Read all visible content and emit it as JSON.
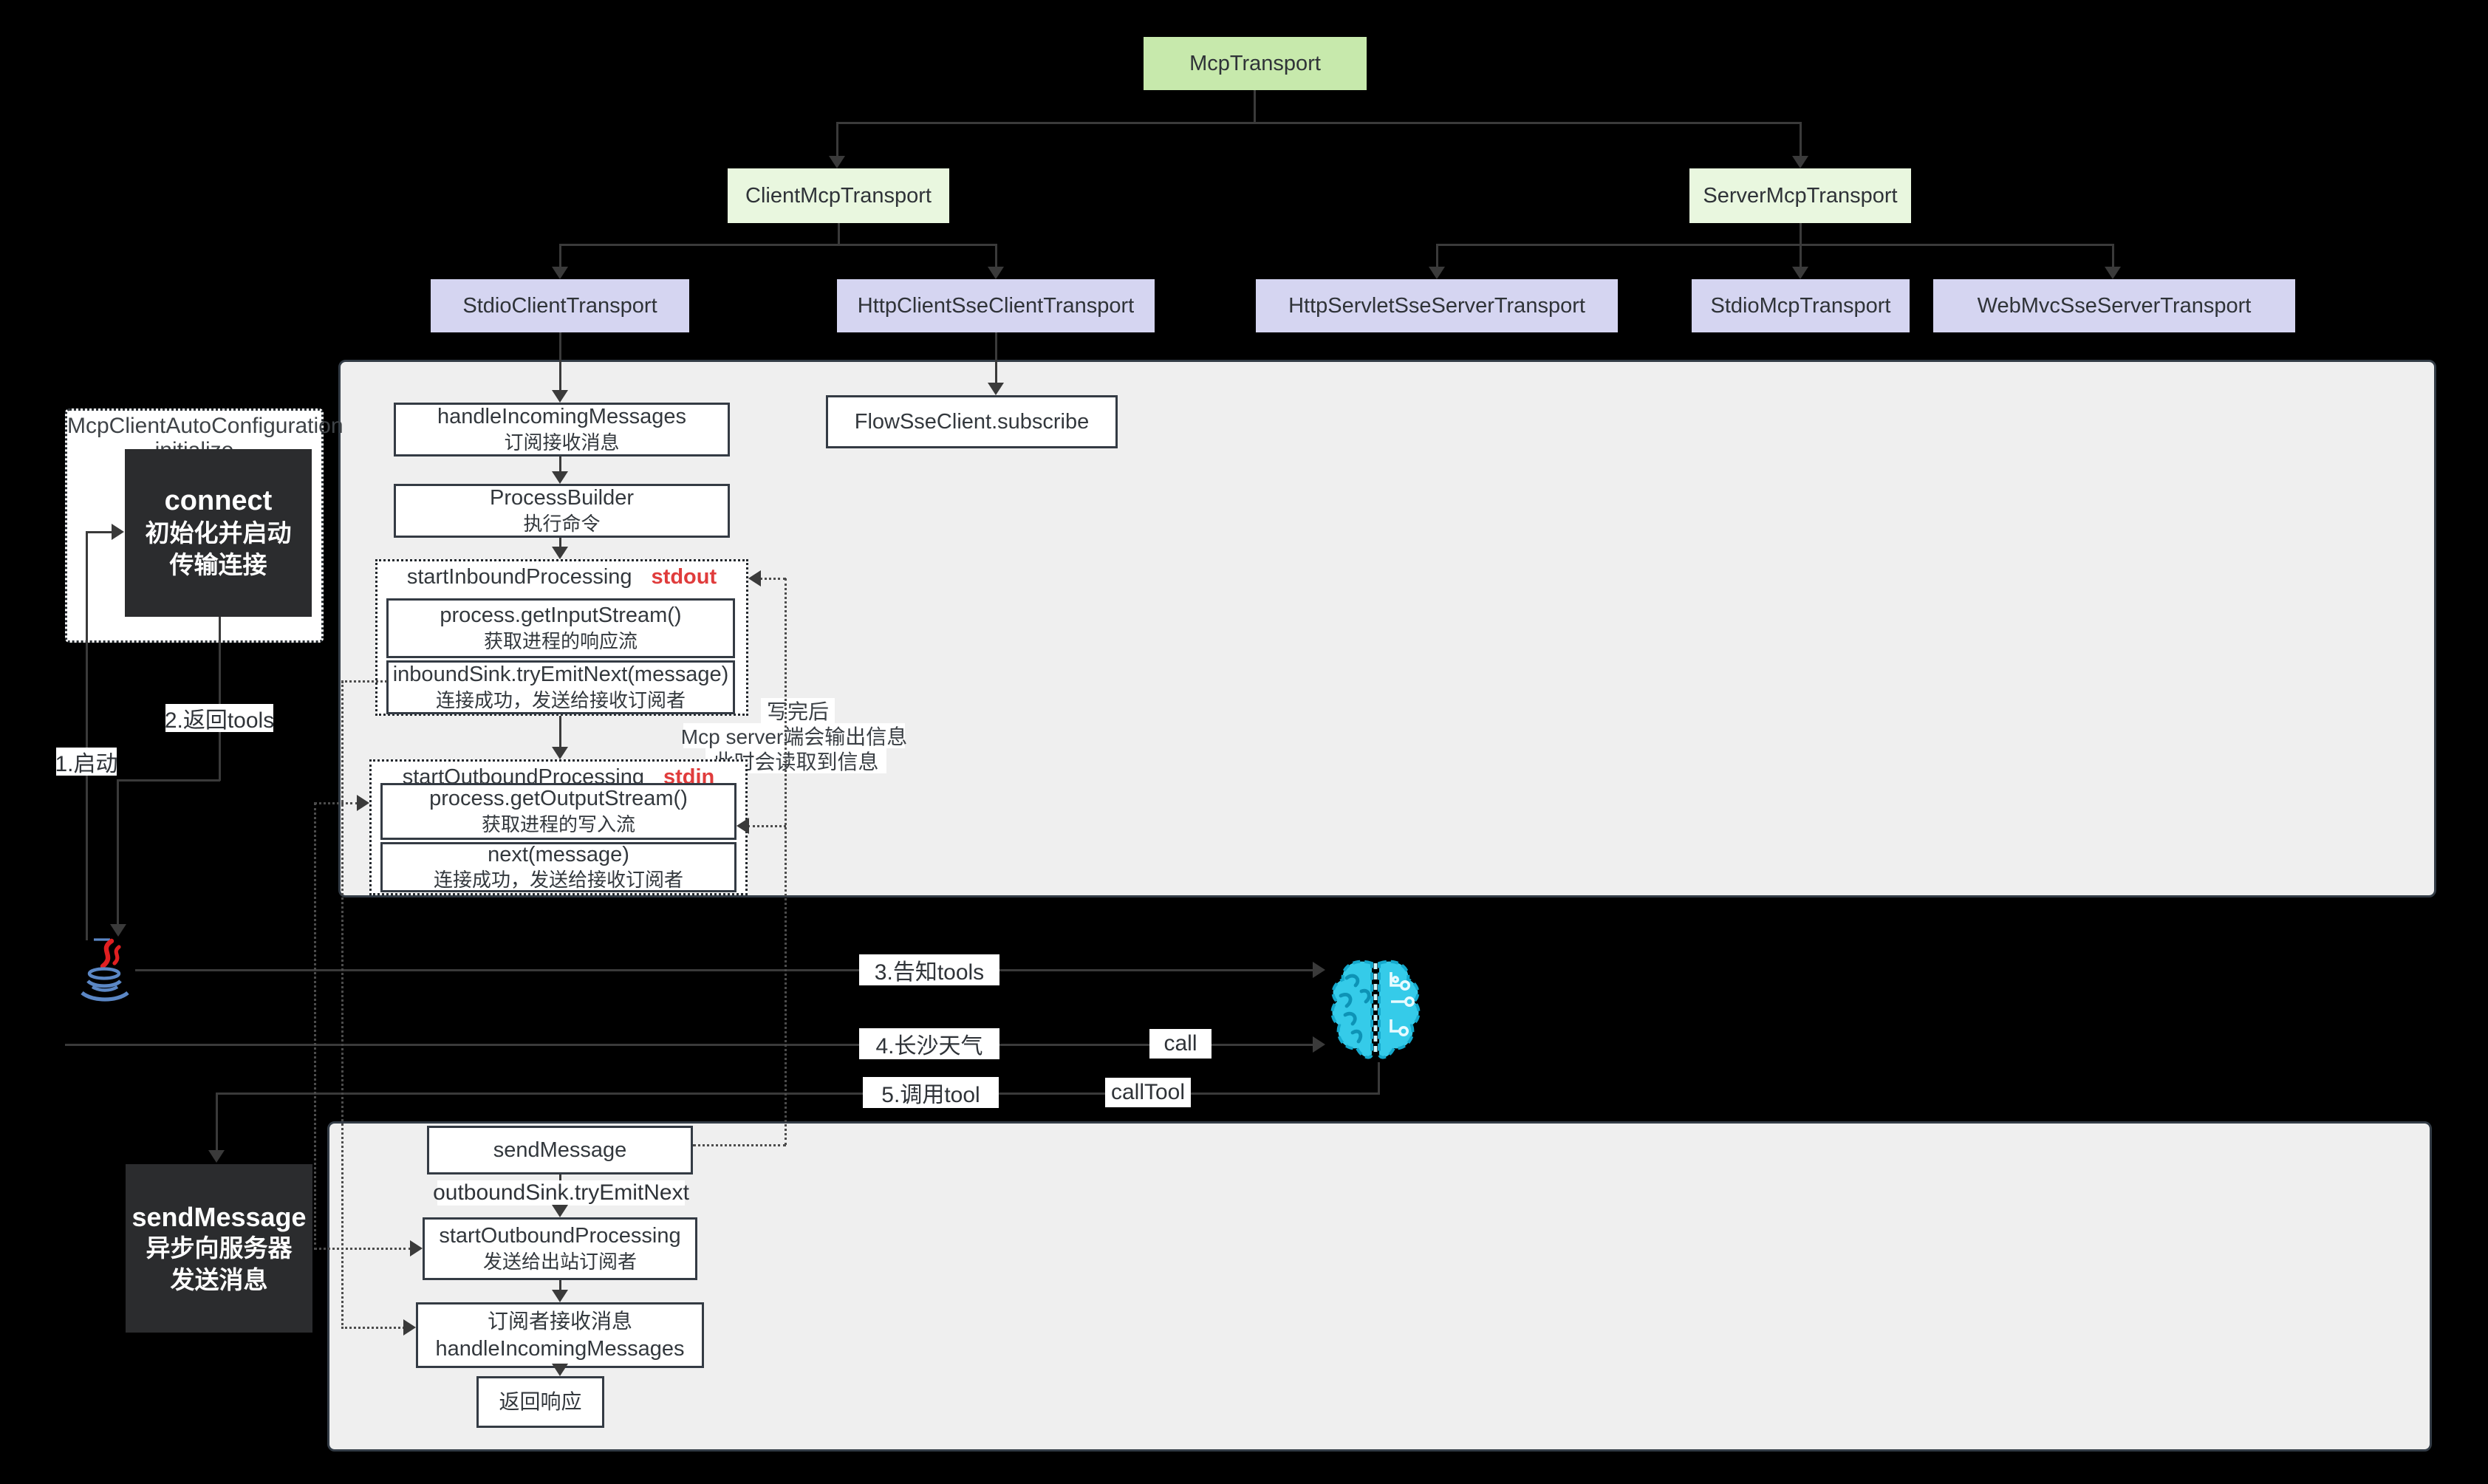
{
  "hierarchy": {
    "root": "McpTransport",
    "client": "ClientMcpTransport",
    "server": "ServerMcpTransport",
    "stdio_client": "StdioClientTransport",
    "http_client_sse": "HttpClientSseClientTransport",
    "http_servlet_sse": "HttpServletSseServerTransport",
    "stdio_mcp": "StdioMcpTransport",
    "webmvc_sse": "WebMvcSseServerTransport"
  },
  "autoconfig": {
    "line1": "McpClientAutoConfiguration",
    "line2": "initialize",
    "connect_title": "connect",
    "connect_desc": "初始化并启动传输连接"
  },
  "client_flow": {
    "handle_incoming_en": "handleIncomingMessages",
    "handle_incoming_zh": "订阅接收消息",
    "process_builder_en": "ProcessBuilder",
    "process_builder_zh": "执行命令",
    "flow_sse": "FlowSseClient.subscribe",
    "inbound_title": "startInboundProcessing",
    "inbound_tag": "stdout",
    "inbound_step1_en": "process.getInputStream()",
    "inbound_step1_zh": "获取进程的响应流",
    "inbound_step2_en": "inboundSink.tryEmitNext(message)",
    "inbound_step2_zh": "连接成功，发送给接收订阅者",
    "outbound_title": "startOutboundProcessing",
    "outbound_tag": "stdin",
    "outbound_step1_en": "process.getOutputStream()",
    "outbound_step1_zh": "获取进程的写入流",
    "outbound_step2_en": "next(message)",
    "outbound_step2_zh": "连接成功，发送给接收订阅者",
    "note1": "写完后",
    "note2": "Mcp server端会输出信息",
    "note3": "此时会读取到信息"
  },
  "sequence": {
    "step1": "1.启动",
    "step2": "2.返回tools",
    "step3": "3.告知tools",
    "step4": "4.长沙天气",
    "call": "call",
    "step5": "5.调用tool",
    "call_tool": "callTool"
  },
  "send_flow": {
    "dark_title": "sendMessage",
    "dark_desc": "异步向服务器发送消息",
    "send_message": "sendMessage",
    "outbound_sink": "outboundSink.tryEmitNext",
    "start_outbound_en": "startOutboundProcessing",
    "start_outbound_zh": "发送给出站订阅者",
    "subscriber_zh": "订阅者接收消息",
    "subscriber_en": "handleIncomingMessages",
    "response": "返回响应"
  },
  "icons": {
    "java": "java-logo-icon",
    "brain": "ai-brain-icon"
  },
  "colors": {
    "root_green": "#c7e9ac",
    "level2_green": "#e9f7df",
    "impl_purple": "#d5d5f1",
    "panel_gray": "#efefef",
    "dark_box": "#2b2c2e",
    "tag_red": "#e03c3c",
    "brain_cyan": "#35cbe9",
    "java_red": "#e11f21",
    "java_blue": "#5b87c5"
  }
}
